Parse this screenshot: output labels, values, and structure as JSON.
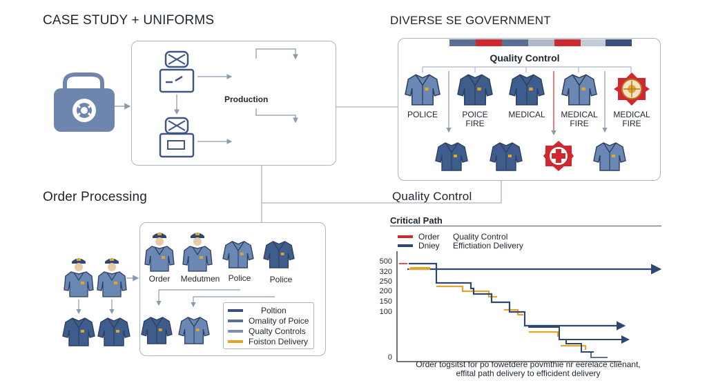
{
  "titles": {
    "case_study": "CASE STUDY + UNIFORMS",
    "diverse": "DIVERSE SE GOVERNMENT",
    "order_processing": "Order Processing",
    "quality_control_mid": "Quality Control",
    "quality_control_box": "Quality Control",
    "production": "Production"
  },
  "quality_labels": [
    {
      "line1": "POLICE",
      "line2": ""
    },
    {
      "line1": "POICE",
      "line2": "FIRE"
    },
    {
      "line1": "MEDICAL",
      "line2": ""
    },
    {
      "line1": "MEDICAL",
      "line2": "FIRE"
    },
    {
      "line1": "MEDICAL",
      "line2": "FIRE"
    }
  ],
  "order_labels": [
    "Order",
    "Medutmen",
    "Police",
    "Police"
  ],
  "order_legend": [
    {
      "label": "Poltion",
      "color": "#3a4f7a"
    },
    {
      "label": "Omality of Poice",
      "color": "#5a6f96"
    },
    {
      "label": "Qualty Controls",
      "color": "#7f8fad"
    },
    {
      "label": "Foiston Delivery",
      "color": "#e0a52a"
    }
  ],
  "colors": {
    "uniform_blue": "#3f5d8c",
    "uniform_light": "#6b87b3",
    "red": "#d0282e",
    "gold": "#e0a52a",
    "navy": "#2f4670",
    "border": "#a9b6c3"
  },
  "chart_data": {
    "type": "line",
    "title": "Critical Path",
    "legend": [
      {
        "swatch": "Order",
        "name": "Quality Control",
        "color": "#d0282e"
      },
      {
        "swatch": "Dniey",
        "name": "Effictiation Delivery",
        "color": "#2f4670"
      }
    ],
    "y_ticks": [
      "500",
      "320",
      "250",
      "200",
      "150",
      "100",
      "0"
    ],
    "caption_line1": "Order togsitst for po fowetdere povmthie nr eerelace clienant,",
    "caption_line2": "effital path delivery to efficident delivery"
  }
}
